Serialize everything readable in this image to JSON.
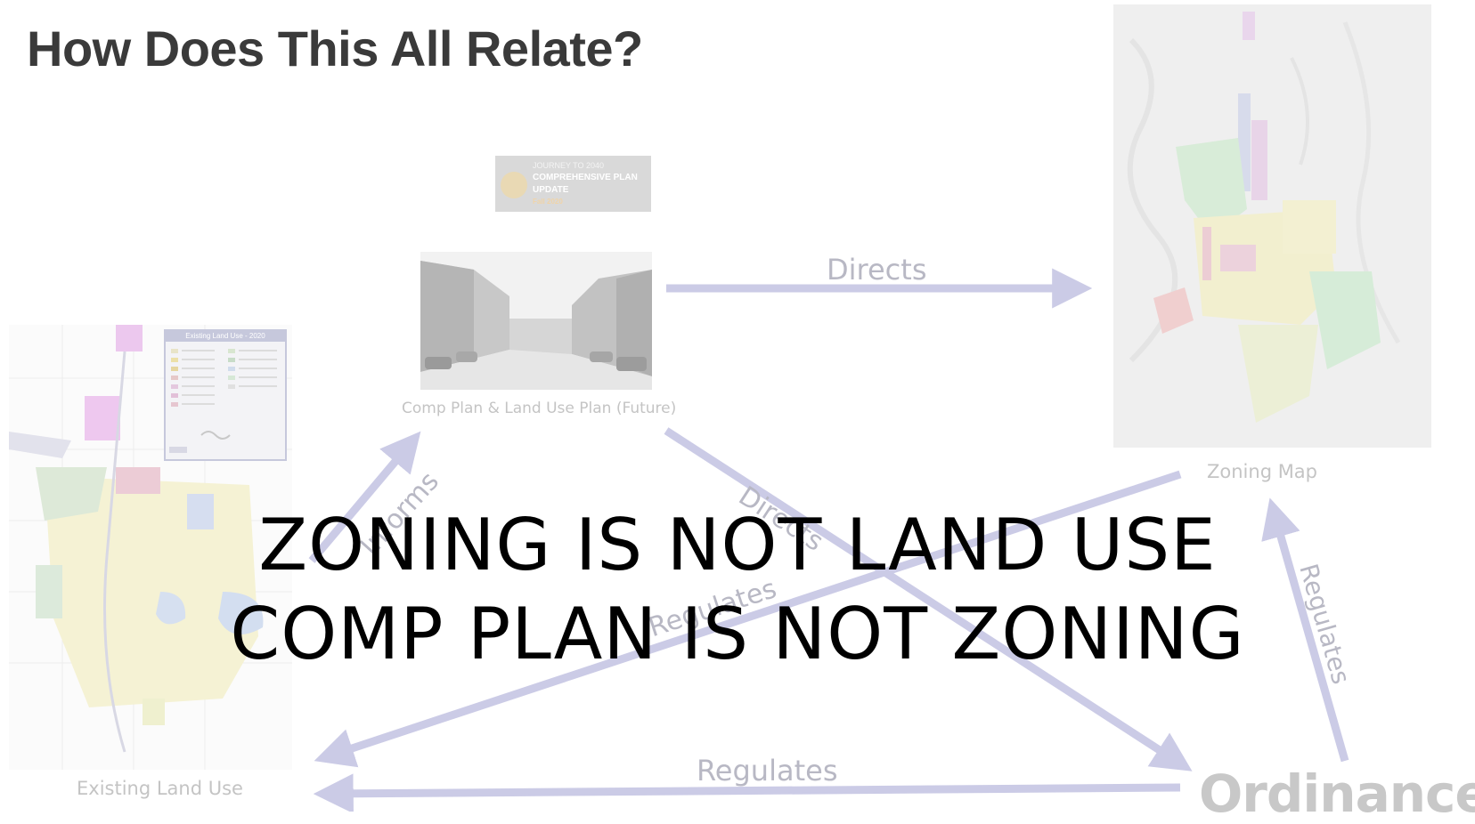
{
  "slide": {
    "title": "How Does This All Relate?",
    "banner": {
      "line1": "JOURNEY TO 2040",
      "line2": "COMPREHENSIVE PLAN",
      "line3": "UPDATE",
      "line4": "Fall 2020"
    },
    "captions": {
      "comp_plan": "Comp Plan & Land Use Plan (Future)",
      "zoning_map": "Zoning Map",
      "existing_land_use": "Existing Land Use",
      "ordinance": "Ordinance"
    },
    "legend_title": "Existing Land Use - 2020",
    "arrow_labels": {
      "directs_top": "Directs",
      "directs_diag": "Directs",
      "informs": "Informs",
      "regulates_diag": "Regulates",
      "regulates_bottom": "Regulates",
      "regulates_right": "Regulates"
    },
    "headline": {
      "line1": "ZONING IS NOT LAND USE",
      "line2": "COMP PLAN IS NOT ZONING"
    }
  },
  "colors": {
    "arrow": "#cbcbe6",
    "title": "#3a3a3a",
    "headline": "#000000",
    "faint_text": "#c4c4c4"
  }
}
